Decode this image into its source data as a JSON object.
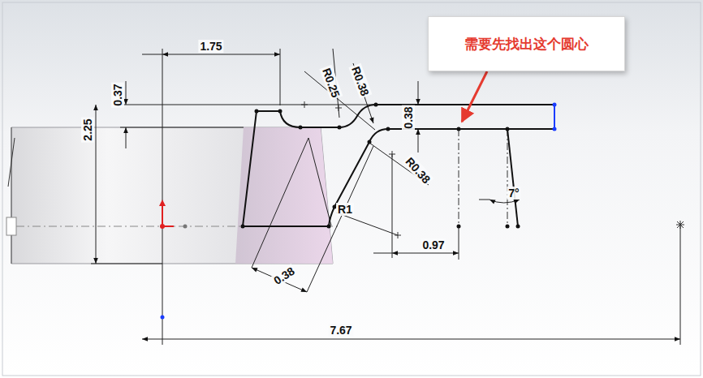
{
  "diagram": {
    "nodes": [
      {
        "text": [
          "需要先找出这个圆心"
        ]
      }
    ],
    "labels": [
      "1.75",
      "0.37",
      "R0.25",
      "R0.38",
      "2.25",
      "0.38",
      "R0.38",
      "7°",
      "R1",
      "0.97",
      "0.38",
      "7.67"
    ]
  }
}
